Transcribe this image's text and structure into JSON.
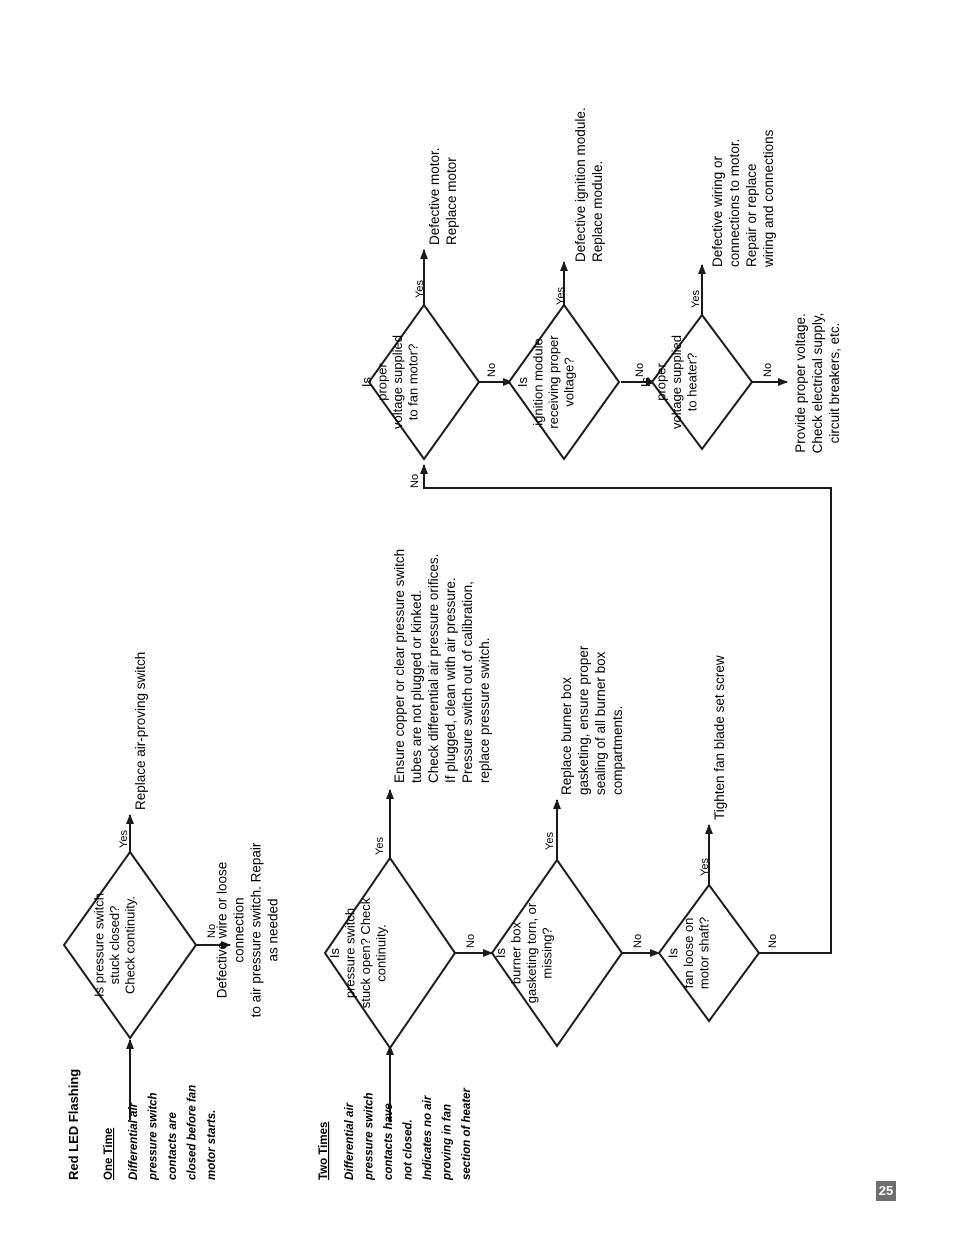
{
  "page_number": "25",
  "legend": {
    "title": "Red LED Flashing",
    "one_time": {
      "label": "One Time",
      "lines": [
        "Differential air",
        "pressure switch",
        "contacts are",
        "closed before fan",
        "motor starts."
      ]
    },
    "two_times": {
      "label": "Two Times",
      "lines": [
        "Differential air",
        "pressure switch",
        "contacts have",
        "not closed.",
        "Indicates no air",
        "proving in fan",
        "section of heater"
      ]
    }
  },
  "decisions": {
    "switch_closed": [
      "Is  pressure switch",
      "stuck closed?",
      "Check continuity."
    ],
    "switch_open": [
      "Is",
      "pressure switch",
      "stuck open?  Check",
      "continuity."
    ],
    "gasketing": [
      "Is",
      "burner box",
      "gasketing torn, or",
      "missing?"
    ],
    "fan_loose": [
      "Is",
      "fan loose on",
      "motor shaft?"
    ],
    "fan_motor_voltage": [
      "Is",
      "proper",
      "voltage supplied",
      "to fan motor?"
    ],
    "ignition_voltage": [
      "Is",
      "ignition module",
      "receiving proper",
      "voltage?"
    ],
    "heater_voltage": [
      "Is",
      "proper",
      "voltage supplied",
      "to heater?"
    ]
  },
  "actions": {
    "replace_air_switch": [
      "Replace air-proving switch"
    ],
    "defective_wire": [
      "Defective wire or loose",
      "connection",
      "to air pressure switch.  Repair",
      "as needed"
    ],
    "ensure_tubes": [
      "Ensure copper or clear pressure switch",
      "tubes are not plugged or kinked.",
      "Check differential air pressure  orifices.",
      "If plugged, clean with air pressure.",
      "Pressure switch out of calibration,",
      "replace pressure switch."
    ],
    "replace_gasketing": [
      "Replace burner box",
      "gasketing, ensure proper",
      "sealing of all burner box",
      "compartments."
    ],
    "tighten_fan": [
      "Tighten fan blade set screw"
    ],
    "defective_motor": [
      "Defective motor.",
      "Replace motor"
    ],
    "defective_ignition": [
      "Defective ignition module.",
      "Replace module."
    ],
    "defective_wiring": [
      "Defective wiring or",
      "connections to motor.",
      "Repair or replace",
      "wiring and connections"
    ],
    "provide_voltage": [
      "Provide proper voltage.",
      "Check electrical supply,",
      "circuit breakers, etc."
    ]
  },
  "labels": {
    "yes": "Yes",
    "no": "No"
  }
}
